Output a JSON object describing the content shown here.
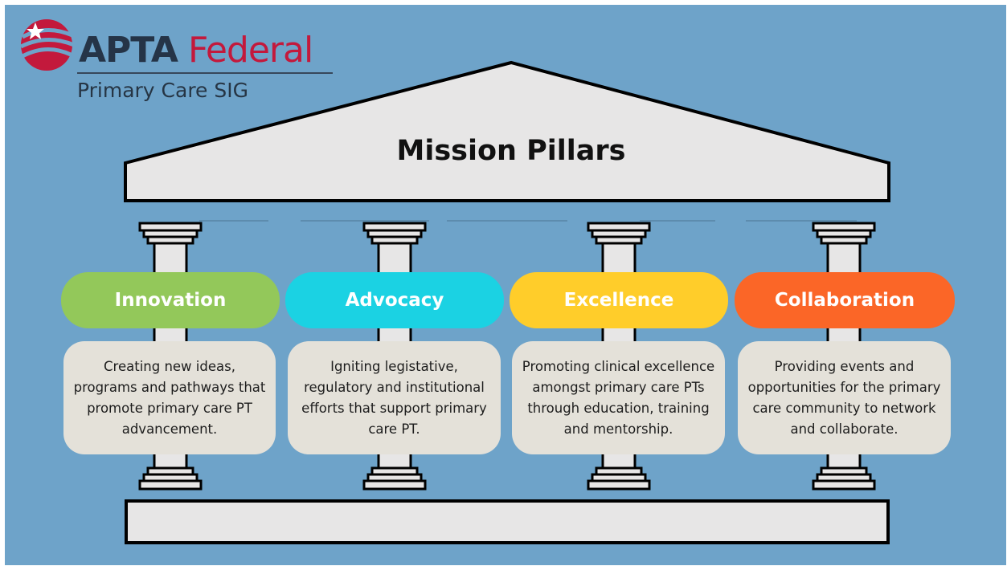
{
  "logo": {
    "brand": "APTA",
    "name": "Federal",
    "subtitle": "Primary Care SIG"
  },
  "title": "Mission Pillars",
  "pillars": [
    {
      "label": "Innovation",
      "color": "#93c85a",
      "description": "Creating new ideas, programs and pathways that promote primary care PT advancement."
    },
    {
      "label": "Advocacy",
      "color": "#1bd2e3",
      "description": "Igniting legistative, regulatory and institutional efforts that support primary care PT."
    },
    {
      "label": "Excellence",
      "color": "#ffcd2a",
      "description": "Promoting clinical excellence amongst primary care PTs through education, training and mentorship."
    },
    {
      "label": "Collaboration",
      "color": "#fb6627",
      "description": "Providing events and opportunities for the primary care community to network and collaborate."
    }
  ],
  "colors": {
    "background": "#6ea3c9",
    "structure_fill": "#e7e6e6",
    "outline": "#000000",
    "description_fill": "#e4e1d9",
    "brand_navy": "#253447",
    "brand_red": "#c3193c"
  }
}
